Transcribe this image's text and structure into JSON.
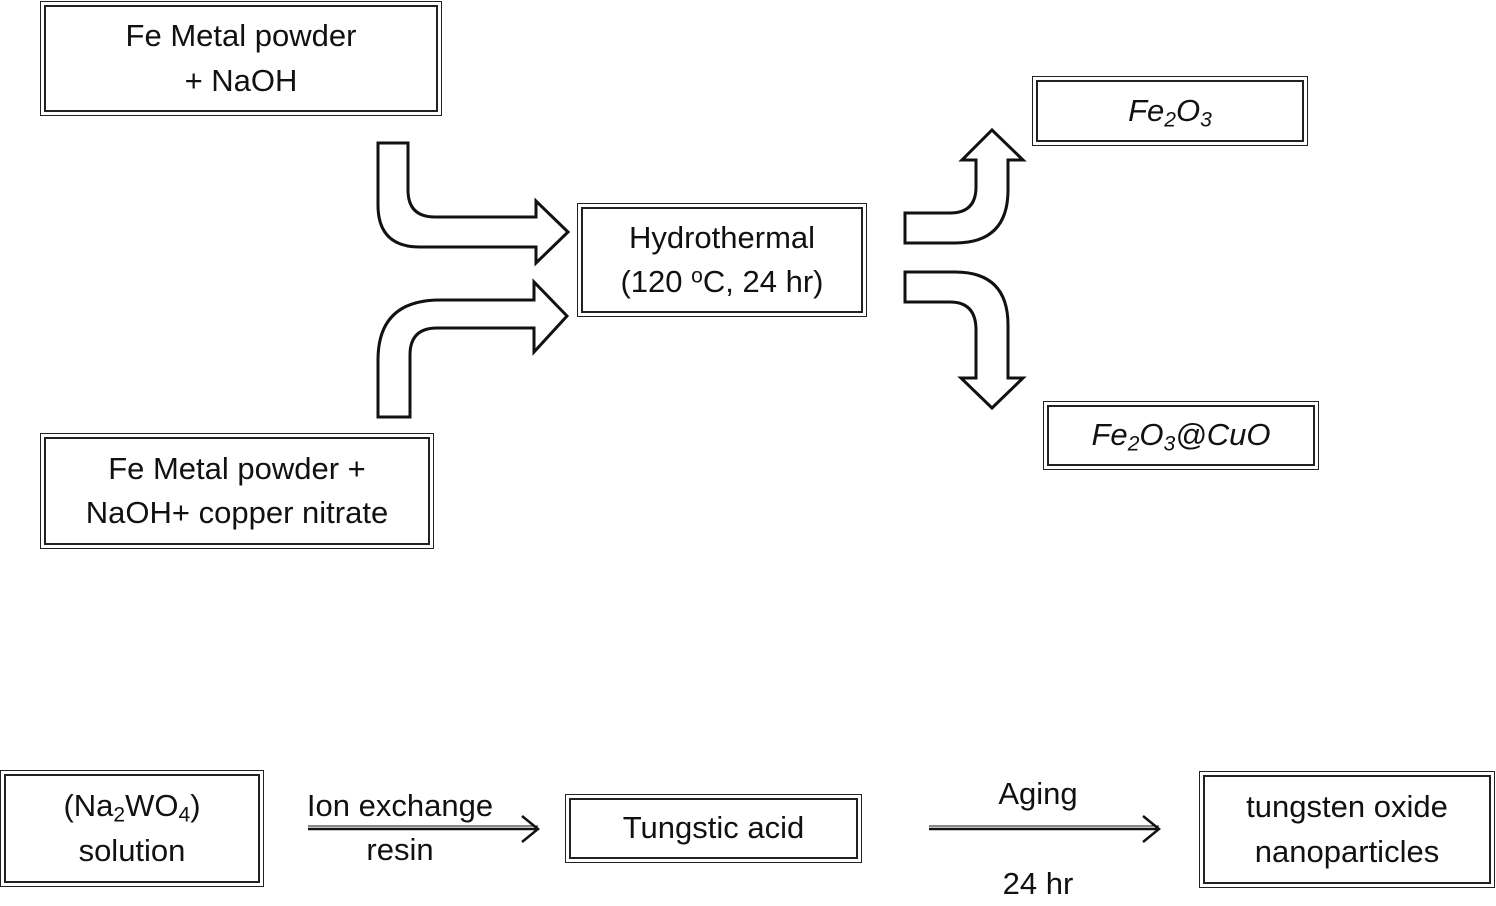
{
  "top": {
    "input1": {
      "line1": "Fe Metal powder",
      "line2": "+ NaOH"
    },
    "input2": {
      "line1": "Fe Metal powder +",
      "line2": "NaOH+ copper nitrate"
    },
    "process": {
      "line1": "Hydrothermal",
      "temp_open": "(120 ",
      "temp_sup": "o",
      "temp_rest": "C, 24 hr)"
    },
    "product1": {
      "p1": "Fe",
      "s1": "2",
      "p2": "O",
      "s2": "3"
    },
    "product2": {
      "p1": "Fe",
      "s1": "2",
      "p2": "O",
      "s2": "3",
      "p3": "@CuO"
    }
  },
  "bottom": {
    "start": {
      "l1_open": "(Na",
      "l1_s1": "2",
      "l1_mid": "WO",
      "l1_s2": "4",
      "l1_close": ")",
      "line2": "solution"
    },
    "step1": {
      "line1": "Ion exchange",
      "line2": "resin"
    },
    "middle": {
      "label": "Tungstic acid"
    },
    "step2": {
      "above": "Aging",
      "below": "24 hr"
    },
    "end": {
      "line1": "tungsten oxide",
      "line2": "nanoparticles"
    }
  }
}
